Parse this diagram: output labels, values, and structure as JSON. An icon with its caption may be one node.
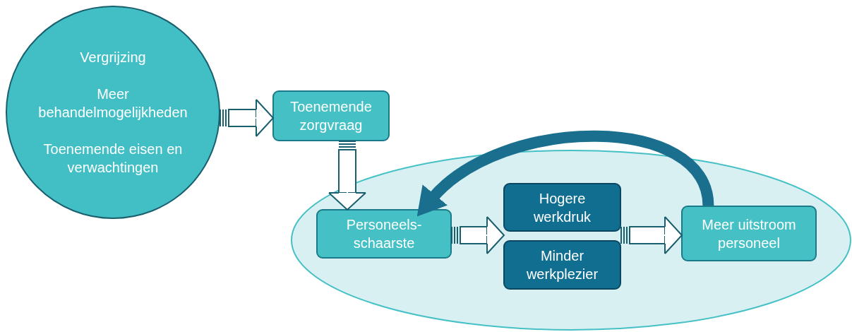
{
  "diagram": {
    "nodes": [
      {
        "text": [
          "Vergrijzing",
          "Meer behandelmogelijkheden",
          "Toenemende eisen en verwachtingen"
        ]
      },
      {
        "text": [
          "Toenemende zorgvraag"
        ]
      },
      {
        "text": [],
        "shape": "ellipse"
      },
      {
        "text": [
          "Personeels- schaarste"
        ],
        "in": 2
      },
      {
        "text": [
          "Hogere werkdruk"
        ],
        "in": 2
      },
      {
        "text": [
          "Minder werkplezier"
        ],
        "in": 2
      },
      {
        "text": [
          "Meer uitstroom personeel"
        ],
        "in": 2
      }
    ],
    "edges": [
      {
        "from": 0,
        "to": 1,
        "arrow": "to"
      },
      {
        "from": 1,
        "to": 3,
        "arrow": "to"
      },
      {
        "from": 3,
        "to": 4,
        "arrow": "to"
      },
      {
        "from": 3,
        "to": 5,
        "arrow": "to"
      },
      {
        "from": 4,
        "to": 6,
        "arrow": "to"
      },
      {
        "from": 5,
        "to": 6,
        "arrow": "to"
      },
      {
        "from": 6,
        "to": 3,
        "arrow": "to",
        "style": "thick",
        "color": "#1b6f8e"
      }
    ]
  }
}
